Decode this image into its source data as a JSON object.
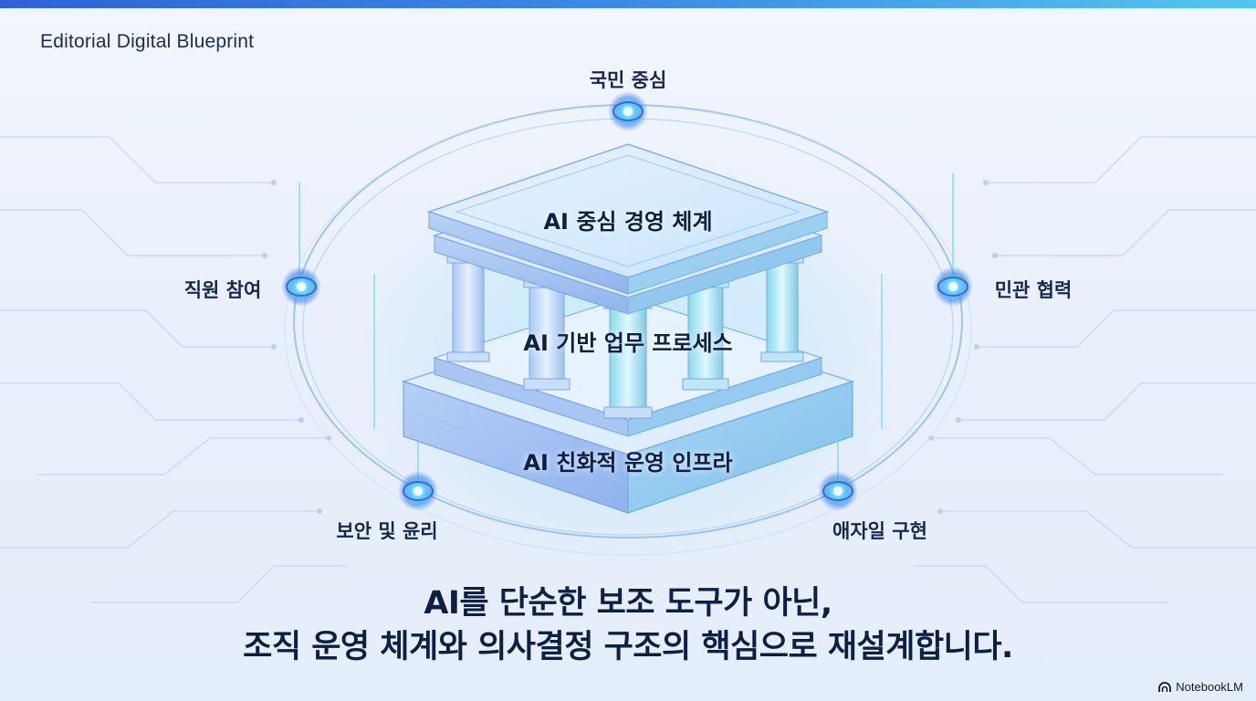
{
  "header": {
    "brand": "Editorial Digital Blueprint"
  },
  "nodes": {
    "top": "국민 중심",
    "left": "직원 참여",
    "right": "민관 협력",
    "bottom_left": "보안 및 윤리",
    "bottom_right": "애자일 구현"
  },
  "tiers": {
    "roof": "AI 중심 경영 체계",
    "columns": "AI 기반 업무 프로세스",
    "base": "AI 친화적 운영 인프라"
  },
  "headline": {
    "line1": "AI를 단순한 보조 도구가 아닌,",
    "line2": "조직 운영 체계와 의사결정 구조의 핵심으로 재설계합니다."
  },
  "footer": {
    "logo_text": "NotebookLM"
  },
  "colors": {
    "accent_blue": "#3f7fe0",
    "glow_cyan": "#5ad8ff",
    "text_dark": "#14244a"
  },
  "icons": [
    "notebooklm-logo-icon",
    "node-glow-icon"
  ]
}
